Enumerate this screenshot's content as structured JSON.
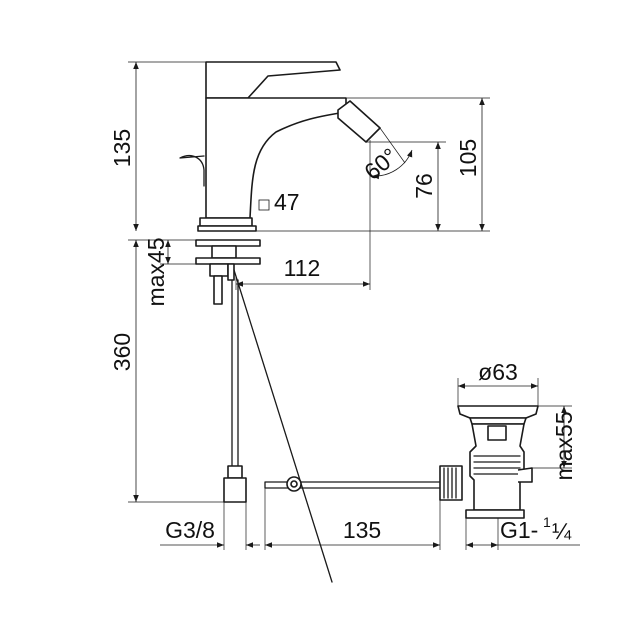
{
  "dimensions": {
    "faucet_height": "135",
    "outlet_height": "105",
    "nozzle_height": "76",
    "nozzle_angle": "60°",
    "body_width": "47",
    "max_deck": "max45",
    "spout_reach": "112",
    "hose_length": "360",
    "hose_connection": "G3/8",
    "rod_length": "135",
    "drain_diameter": "ø63",
    "drain_max": "max55",
    "drain_thread_main": "G1-",
    "drain_thread_fraction": "¼",
    "drain_thread_fraction_top": "1"
  },
  "colors": {
    "line": "#1a1a1a",
    "background": "#ffffff"
  }
}
